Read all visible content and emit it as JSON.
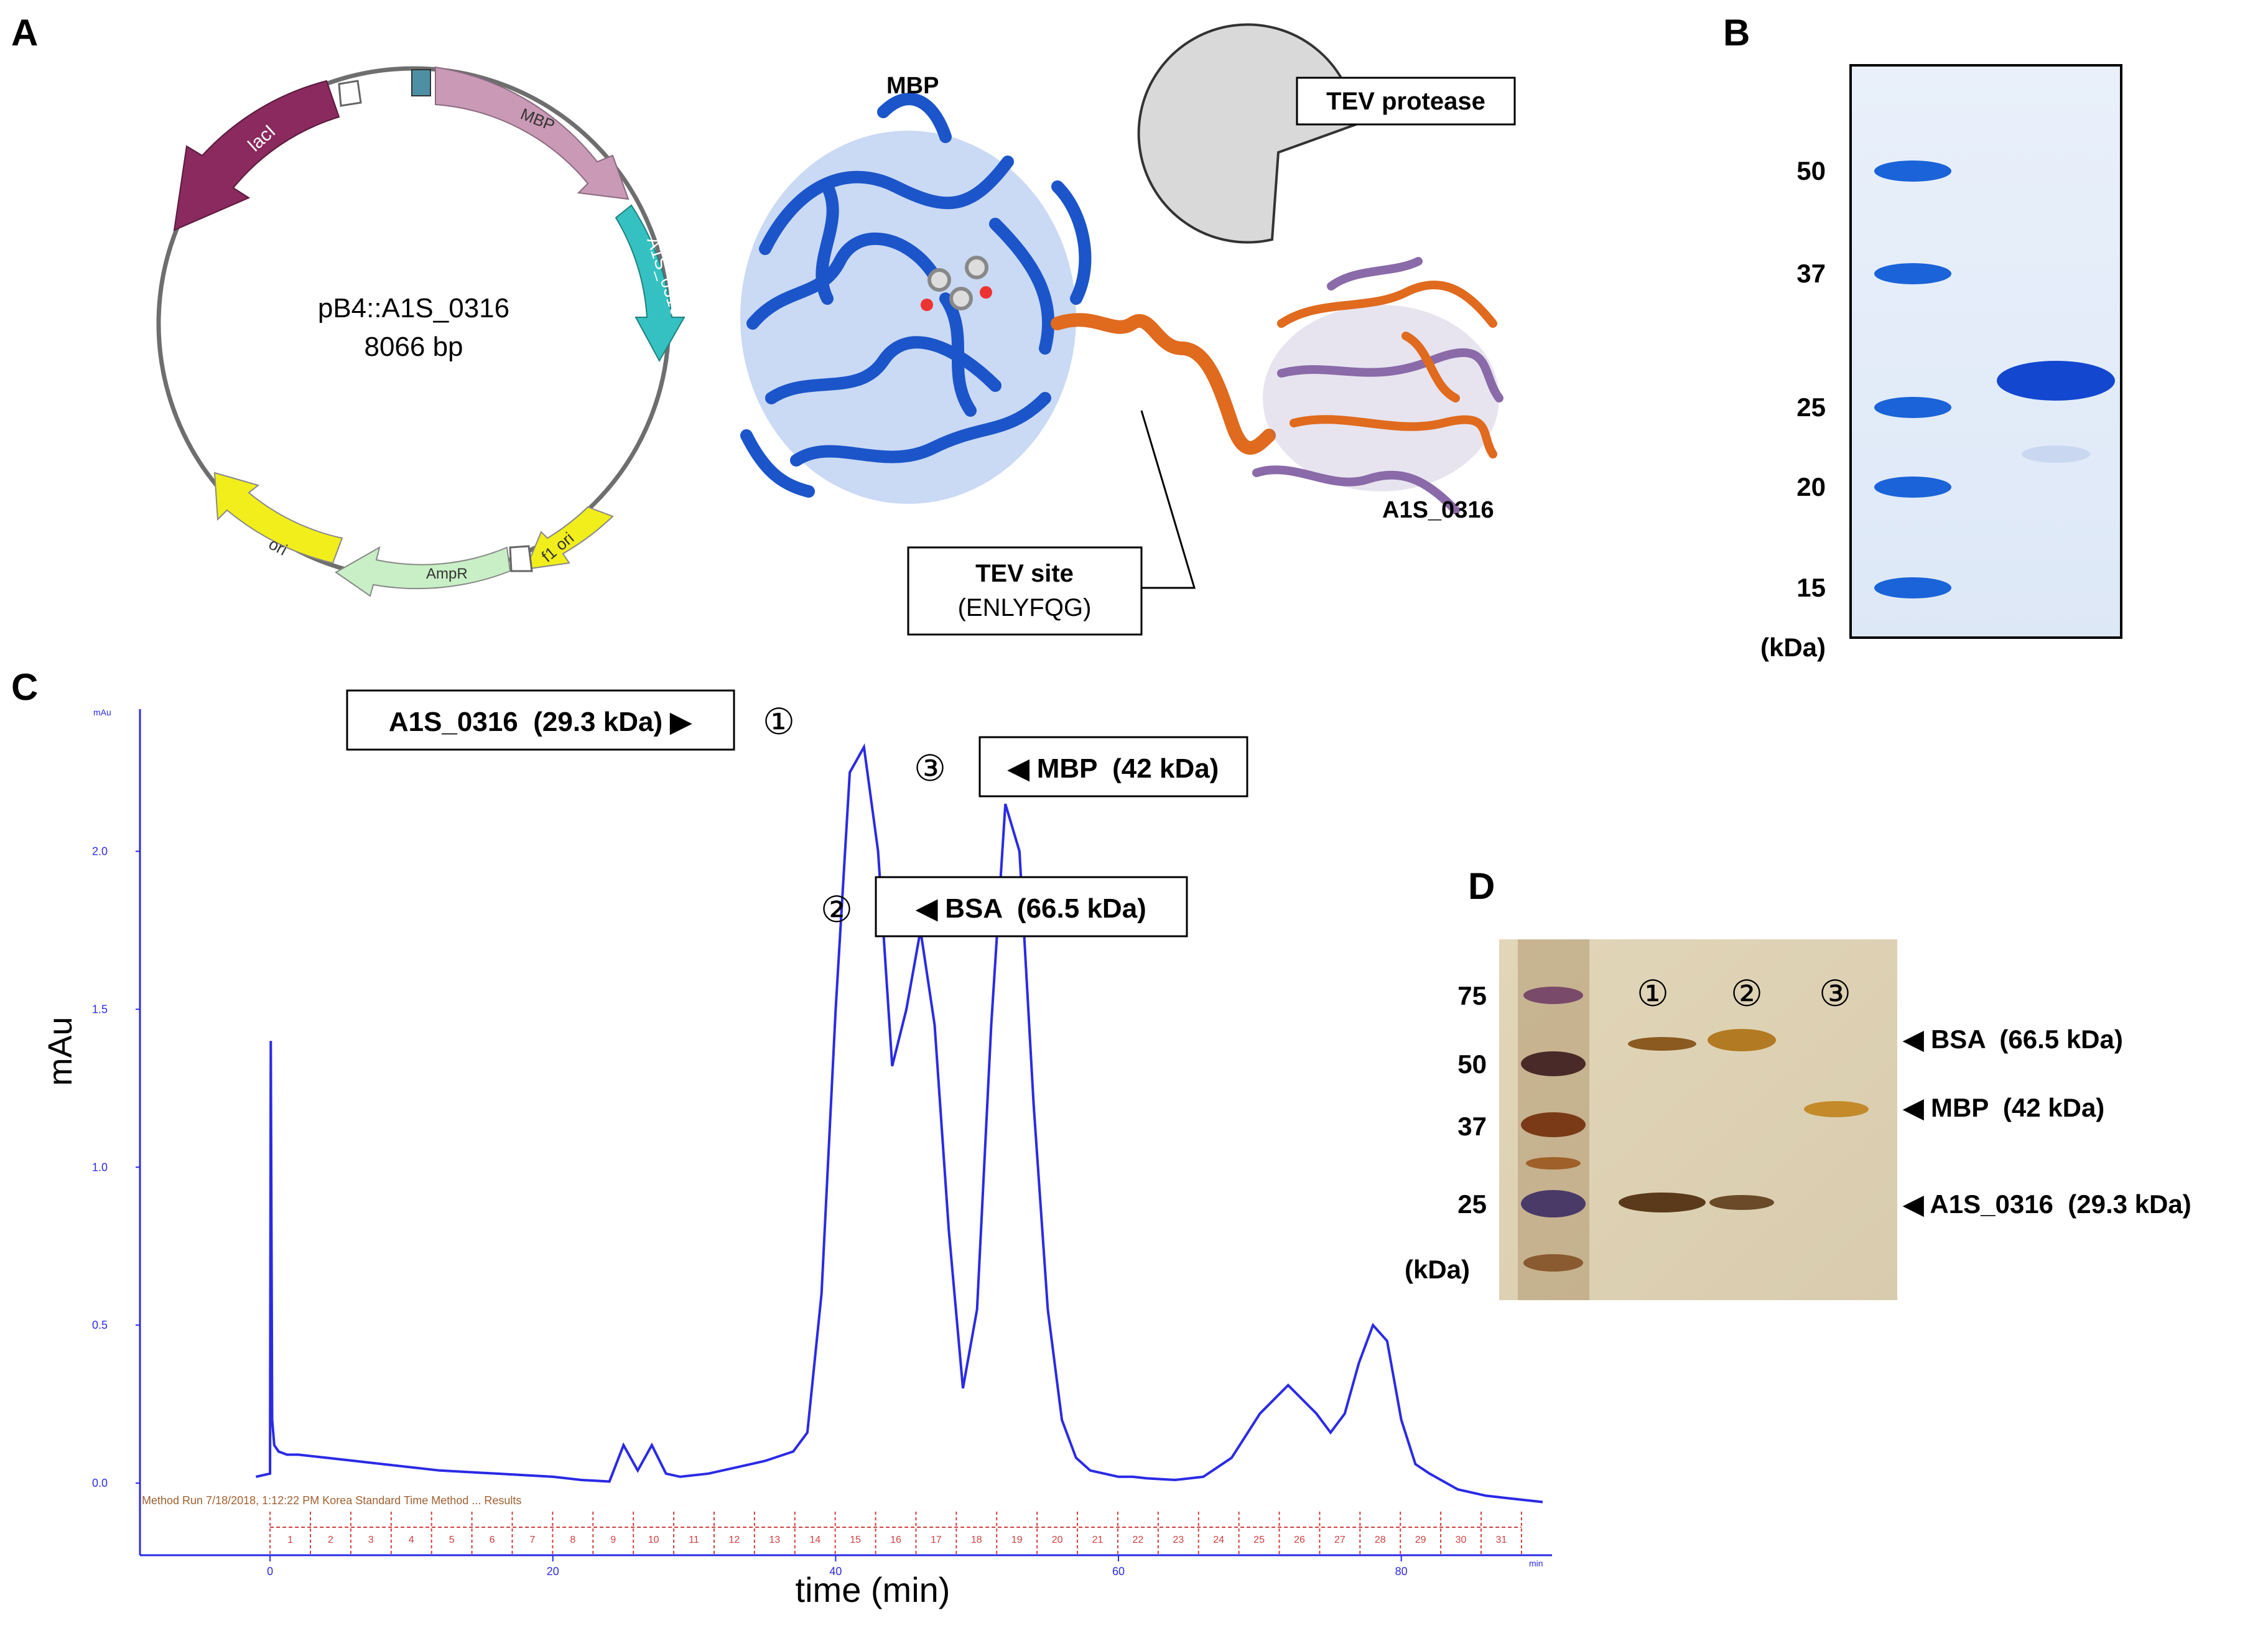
{
  "panels": {
    "a": "A",
    "b": "B",
    "c": "C",
    "d": "D"
  },
  "plasmid": {
    "name": "pB4::A1S_0316",
    "size": "8066 bp",
    "features": {
      "lacI": "lacI",
      "mbp": "MBP",
      "a1s": "A1S_0316",
      "f1ori": "f1 ori",
      "ampr": "AmpR",
      "ori": "ori"
    }
  },
  "structure": {
    "mbp_label": "MBP",
    "a1s_label": "A1S_0316",
    "tev_protease": "TEV protease",
    "tev_site": "TEV site",
    "tev_seq": "(ENLYFQG)"
  },
  "gel_b": {
    "markers": [
      "50",
      "37",
      "25",
      "20",
      "15"
    ],
    "unit": "(kDa)"
  },
  "chromatogram": {
    "ylabel": "mAu",
    "xlabel": "time (min)",
    "ytick_labels": [
      "0.0",
      "0.5",
      "1.0",
      "1.5",
      "2.0"
    ],
    "xtick_labels": [
      "0",
      "20",
      "40",
      "60",
      "80"
    ],
    "fraction_labels": [
      "1",
      "2",
      "3",
      "4",
      "5",
      "6",
      "7",
      "8",
      "9",
      "10",
      "11",
      "12",
      "13",
      "14",
      "15",
      "16",
      "17",
      "18",
      "19",
      "20",
      "21",
      "22",
      "23",
      "24",
      "25",
      "26",
      "27",
      "28",
      "29",
      "30",
      "31"
    ],
    "axis_unit_top": "mAu",
    "axis_unit_right": "min",
    "method_text": "Method Run 7/18/2018, 1:12:22 PM Korea Standard Time Method ... Results",
    "peak_labels": {
      "p1": "A1S_0316  (29.3 kDa) ▶",
      "p2": "◀ BSA  (66.5 kDa)",
      "p3": "◀ MBP  (42 kDa)"
    },
    "peak_numbers": [
      "①",
      "②",
      "③"
    ]
  },
  "chart_data": {
    "type": "line",
    "title": "",
    "xlabel": "time (min)",
    "ylabel": "mAu",
    "xlim": [
      -7,
      90
    ],
    "ylim": [
      -0.12,
      2.45
    ],
    "grid": false,
    "series": [
      {
        "x": [
          -1,
          0,
          0.05,
          0.15,
          0.3,
          0.6,
          1.2,
          2,
          4,
          8,
          12,
          16,
          20,
          22,
          24,
          25,
          26,
          27,
          28,
          29,
          31,
          33,
          35,
          37,
          38,
          39,
          40,
          41,
          42,
          43,
          44,
          45,
          46,
          47,
          48,
          49,
          50,
          51,
          52,
          53,
          54,
          55,
          56,
          57,
          58,
          59,
          60,
          61,
          62,
          64,
          66,
          68,
          70,
          72,
          74,
          75,
          76,
          77,
          78,
          79,
          80,
          81,
          82,
          84,
          86,
          88,
          90
        ],
        "y": [
          0.02,
          0.03,
          1.4,
          0.2,
          0.12,
          0.1,
          0.09,
          0.09,
          0.08,
          0.06,
          0.04,
          0.03,
          0.02,
          0.01,
          0.005,
          0.12,
          0.04,
          0.12,
          0.03,
          0.02,
          0.03,
          0.05,
          0.07,
          0.1,
          0.16,
          0.6,
          1.5,
          2.25,
          2.33,
          2.0,
          1.32,
          1.5,
          1.75,
          1.45,
          0.8,
          0.3,
          0.55,
          1.45,
          2.15,
          2.0,
          1.2,
          0.55,
          0.2,
          0.08,
          0.04,
          0.03,
          0.02,
          0.02,
          0.015,
          0.01,
          0.02,
          0.08,
          0.22,
          0.31,
          0.22,
          0.16,
          0.22,
          0.38,
          0.5,
          0.45,
          0.2,
          0.06,
          0.03,
          -0.02,
          -0.04,
          -0.05,
          -0.06
        ]
      }
    ]
  },
  "gel_d": {
    "markers": [
      "75",
      "50",
      "37",
      "25"
    ],
    "unit": "(kDa)",
    "lanes": [
      "①",
      "②",
      "③"
    ],
    "bands": [
      "◀ BSA  (66.5 kDa)",
      "◀ MBP  (42 kDa)",
      "◀ A1S_0316  (29.3 kDa)"
    ]
  },
  "colors": {
    "trace": "#2a2ae6",
    "ladder_b": "#1a63d8",
    "mbp_ribbon": "#1b55c9",
    "a1s_ribbon": "#e06a1e",
    "lacI": "#8a2a5e",
    "mbp_arrow": "#c999b5",
    "a1s_arrow": "#35c1c1",
    "yellow": "#f1ee1c",
    "ampr": "#c8efc5",
    "fraction_red": "#d04040"
  }
}
